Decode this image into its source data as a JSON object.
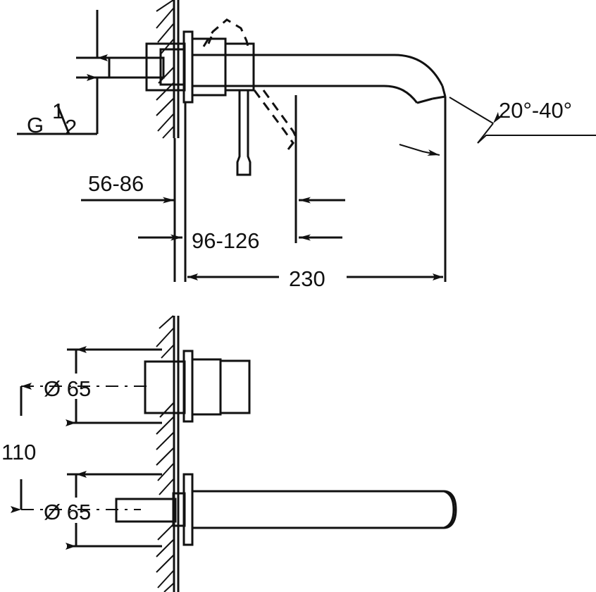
{
  "drawing": {
    "title": "Wall-mounted basin mixer dimensional drawing",
    "units": "mm",
    "line_color": "#111111",
    "background_color": "#ffffff",
    "views": [
      {
        "name": "side-elevation-view",
        "label": "side elevation"
      },
      {
        "name": "plan-view",
        "label": "front/plan view"
      }
    ]
  },
  "dimensions": {
    "thread": {
      "label_prefix": "G",
      "numerator": "1",
      "denominator": "2",
      "full": "G 1/2"
    },
    "wall_depth_min_max": "56-86",
    "projection_min_max": "96-126",
    "spout_reach": "230",
    "outlet_angle": "20°-40°",
    "escutcheon_top_diameter": "Ø 65",
    "escutcheon_bottom_diameter": "Ø 65",
    "center_distance": "110"
  },
  "labels": {
    "thread_g_half": "G",
    "thread_numerator": "1",
    "thread_denominator": "2",
    "dim_56_86": "56-86",
    "dim_96_126": "96-126",
    "dim_230": "230",
    "dim_angle": "20°-40°",
    "dim_diameter_top": "Ø 65",
    "dim_diameter_bottom": "Ø 65",
    "dim_110": "110"
  }
}
